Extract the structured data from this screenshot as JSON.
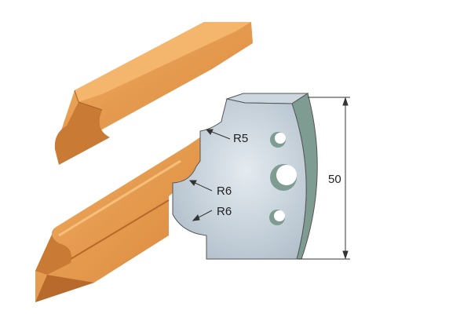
{
  "labels": {
    "radius_top": "R5",
    "radius_middle": "R6",
    "radius_bottom": "R6",
    "height_dimension": "50"
  },
  "colors": {
    "wood": "#e49a4e",
    "wood_dark": "#c8732c",
    "blade": "#bcc8d2",
    "blade_edge": "#7f9c93",
    "line": "#333333"
  }
}
